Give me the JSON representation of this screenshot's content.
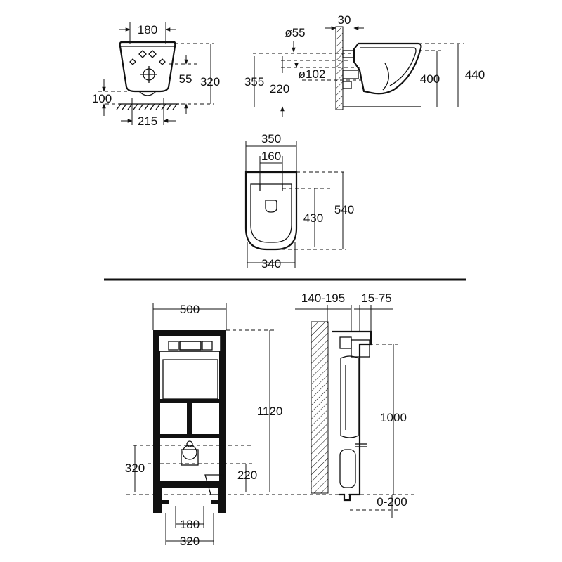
{
  "views": {
    "front_bowl": {
      "dims": {
        "top_width": "180",
        "inlet_height": "55",
        "height": "320",
        "floor_offset": "100",
        "bottom_width": "215"
      }
    },
    "side_bowl": {
      "dims": {
        "inlet_diameter": "ø55",
        "wall_offset": "30",
        "outlet_diameter": "ø102",
        "outlet_height_total": "355",
        "outlet_height": "220",
        "rim_height": "400",
        "total_height": "440"
      }
    },
    "top_bowl": {
      "dims": {
        "outer_width": "350",
        "bolt_spacing": "160",
        "inner_length": "430",
        "total_length": "540",
        "bottom_width": "340"
      }
    },
    "frame_front": {
      "dims": {
        "width": "500",
        "height": "1120",
        "inlet_height": "320",
        "outlet_height": "220",
        "bolt_spacing": "180",
        "foot_spacing": "320"
      }
    },
    "frame_side": {
      "dims": {
        "wall_distance": "140-195",
        "depth_adjust": "15-75",
        "height": "1000",
        "floor_adjust": "0-200"
      }
    }
  }
}
